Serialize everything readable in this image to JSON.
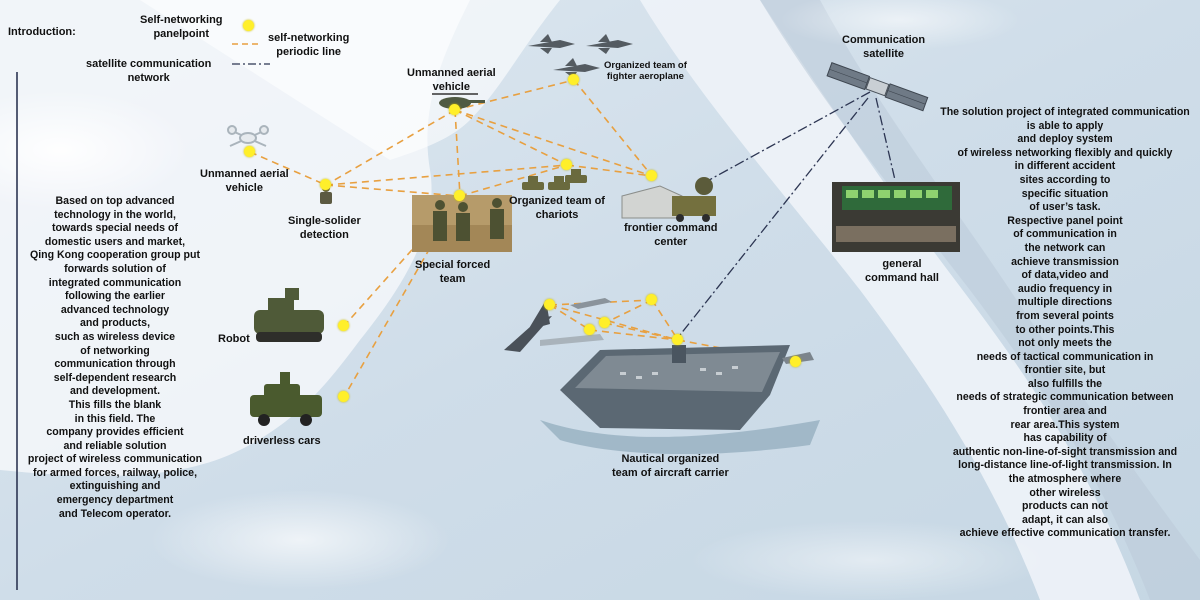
{
  "legend": {
    "intro_label": "Introduction:",
    "panelpoint_label": "Self-networking\npanelpoint",
    "periodic_line_label": "self-networking\nperiodic line",
    "satellite_network_label": "satellite communication\nnetwork"
  },
  "labels": {
    "uav_top": "Unmanned aerial\nvehicle",
    "fighters": "Organized team of\nfighter aeroplane",
    "satellite": "Communication\nsatellite",
    "uav_left": "Unmanned aerial\nvehicle",
    "single_soldier": "Single-solider\ndetection",
    "chariots": "Organized team of\nchariots",
    "frontier_center": "frontier command\ncenter",
    "special_team": "Special forced\nteam",
    "general_hall": "general\ncommand hall",
    "robot": "Robot",
    "driverless": "driverless cars",
    "carrier": "Nautical organized\nteam of aircraft carrier"
  },
  "left_text": "Based on top advanced\ntechnology in the world,\ntowards special needs of\ndomestic users and market,\nQing Kong cooperation group put\nforwards solution of\nintegrated communication\nfollowing the earlier\nadvanced technology\nand products,\nsuch as wireless device\nof networking\ncommunication through\nself-dependent research\nand development.\nThis fills the blank\nin this field. The\ncompany provides efficient\nand reliable solution\nproject of wireless communication\nfor armed forces, railway, police,\nextinguishing and\nemergency department\nand Telecom operator.",
  "right_text": "The solution project of integrated communication\nis able to apply\nand deploy system\nof wireless networking flexibly and quickly\nin different accident\nsites according to\nspecific situation\nof user’s task.\nRespective panel point\nof communication in\nthe network can\nachieve transmission\nof data,video and\naudio frequency in\nmultiple directions\nfrom several points\nto other points.This\nnot only meets the\nneeds of tactical communication in\nfrontier site, but\nalso fulfills  the\nneeds of strategic communication between\nfrontier area  and\nrear area.This system\nhas capability of\nauthentic non-line-of-sight transmission and\nlong-distance line-of-light transmission. In\nthe atmosphere where\nother wireless\nproducts can not\nadapt,  it can also\nachieve effective communication transfer.",
  "colors": {
    "node": "#ffef2a",
    "periodic_line": "#e8a040",
    "satellite_line": "#2c3552",
    "sea": "#d7e3ee",
    "coast": "#f2f6fa"
  },
  "icons": {
    "panelpoint": "yellow-dot",
    "periodic_line": "orange-dashed-line",
    "satellite_line": "navy-dash-dot-line"
  }
}
